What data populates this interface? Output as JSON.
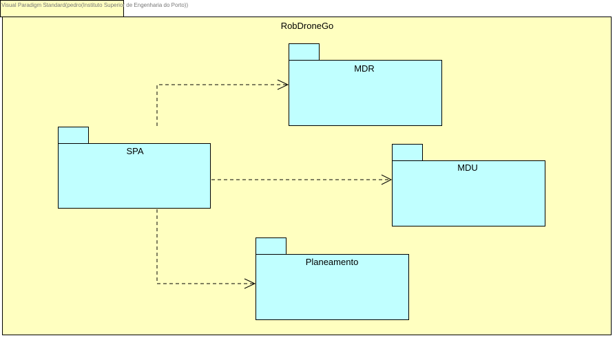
{
  "watermark": "Visual Paradigm Standard(pedro(Instituto Superior de Engenharia do Porto))",
  "container": {
    "name": "RobDroneGo"
  },
  "packages": {
    "spa": "SPA",
    "mdr": "MDR",
    "mdu": "MDU",
    "planeamento": "Planeamento"
  },
  "dependencies": [
    {
      "from": "SPA",
      "to": "MDR"
    },
    {
      "from": "SPA",
      "to": "MDU"
    },
    {
      "from": "SPA",
      "to": "Planeamento"
    }
  ],
  "colors": {
    "container_fill": "#FFFFC0",
    "package_fill": "#C0FFFF",
    "stroke": "#000000"
  }
}
